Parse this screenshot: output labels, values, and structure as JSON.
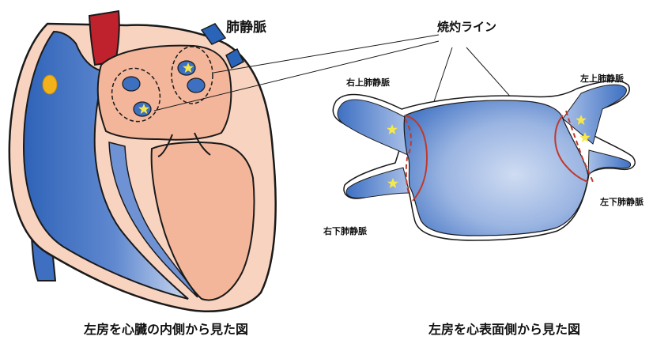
{
  "labels": {
    "pulmonary_veins": "肺静脈",
    "ablation_line": "焼灼ライン",
    "rspv": "右上肺静脈",
    "lspv": "左上肺静脈",
    "ripv": "右下肺静脈",
    "lipv": "左下肺静脈"
  },
  "captions": {
    "inside_view": "左房を心臓の内側から見た図",
    "surface_view": "左房を心表面側から見た図"
  },
  "colors": {
    "outline": "#1a1a1a",
    "chamber_blue": "#3f6fc0",
    "chamber_blue_light": "#a9c0e8",
    "atrium_skin": "#f3b69a",
    "atrium_skin_light": "#f8d3c0",
    "vessel_blue": "#2a64b8",
    "aorta_red": "#c0222d",
    "node_yellow": "#f2b21b",
    "ablation_red": "#c0392b",
    "star_yellow": "#f5e84a"
  },
  "icons": [
    "star-icon"
  ]
}
